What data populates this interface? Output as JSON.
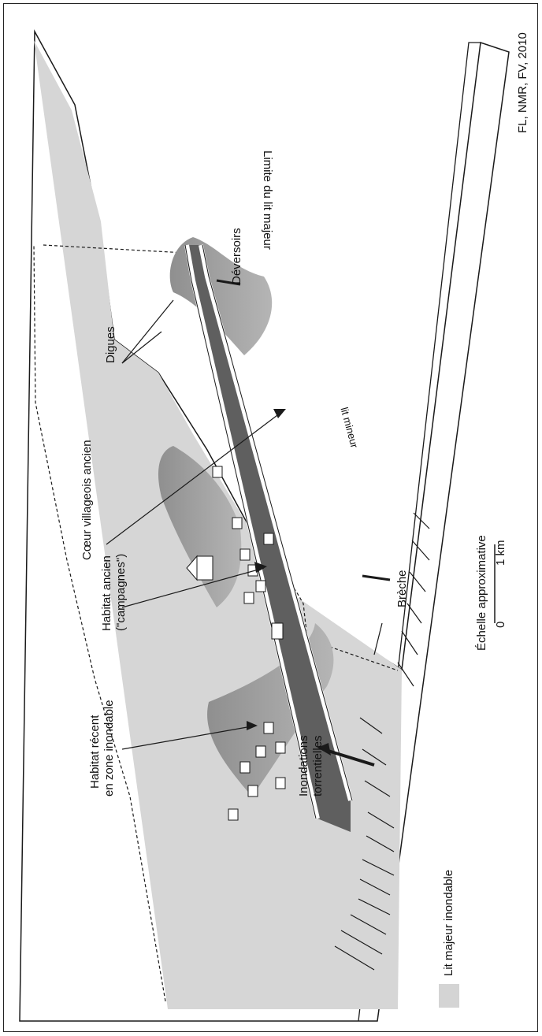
{
  "labels": {
    "coeur": "Cœur villageois ancien",
    "digues": "Digues",
    "deversoirs": "Déversoirs",
    "limite": "Limite du lit majeur",
    "lit_mineur": "lit mineur",
    "habitat_ancien_1": "Habitat ancien",
    "habitat_ancien_2": "(\"campagnes\")",
    "habitat_recent_1": "Habitat récent",
    "habitat_recent_2": "en zone inondable",
    "inondations_1": "Inondations",
    "inondations_2": "torrentielles",
    "breche": "Brèche"
  },
  "legend": {
    "label": "Lit majeur inondable",
    "swatch_color": "#d4d4d4"
  },
  "scale": {
    "title": "Échelle approximative",
    "zero": "0",
    "unit": "1 km"
  },
  "credit": "FL, NMR, FV, 2010",
  "colors": {
    "floodplain": "#d6d6d6",
    "channel": "#5f5f5f",
    "flood_zone": "#9a9a9a",
    "line": "#1a1a1a"
  }
}
